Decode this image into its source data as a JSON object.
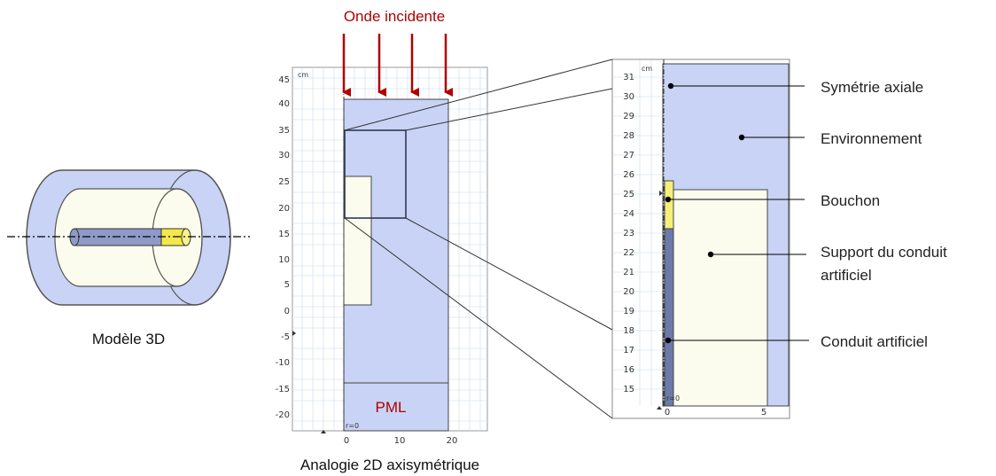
{
  "caption_3d": "Modèle 3D",
  "caption_2d": "Analogie 2D axisymétrique",
  "incident_wave": "Onde incidente",
  "pml": "PML",
  "unit_cm": "cm",
  "r0": "r=0",
  "colors": {
    "environment": "#c8d3f5",
    "support": "#fcfcee",
    "plug": "#f5ef7a",
    "conduit": "#6b7aa8",
    "arrow": "#b00000",
    "grid": "#c5dcee"
  },
  "middle_axes": {
    "y_ticks": [
      "45",
      "40",
      "35",
      "30",
      "25",
      "20",
      "15",
      "10",
      "5",
      "0",
      "-5",
      "-10",
      "-15",
      "-20"
    ],
    "x_ticks": [
      "0",
      "10",
      "20"
    ]
  },
  "zoom_axes": {
    "y_ticks": [
      "31",
      "30",
      "29",
      "28",
      "27",
      "26",
      "25",
      "24",
      "23",
      "22",
      "21",
      "20",
      "19",
      "18",
      "17",
      "16",
      "15"
    ],
    "x_ticks": [
      "0",
      "5"
    ]
  },
  "annotations": {
    "symmetry": "Symétrie axiale",
    "environment": "Environnement",
    "plug": "Bouchon",
    "support_line1": "Support du conduit",
    "support_line2": "artificiel",
    "conduit": "Conduit artificiel"
  }
}
